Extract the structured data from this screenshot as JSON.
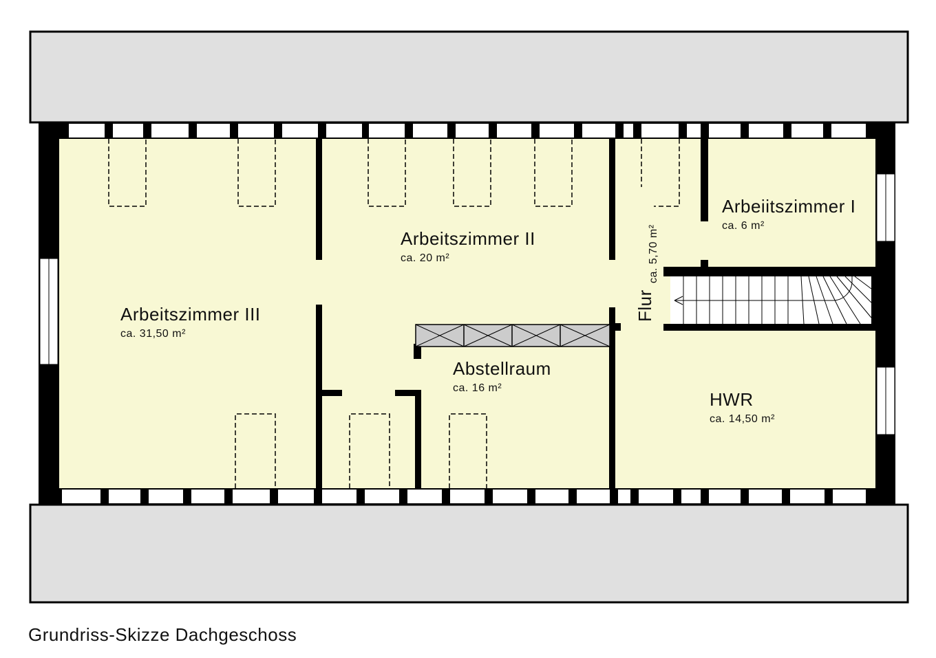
{
  "caption": "Grundriss-Skizze Dachgeschoss",
  "rooms": {
    "arbeitszimmer_3": {
      "name": "Arbeitszimmer III",
      "area": "ca. 31,50 m²"
    },
    "arbeitszimmer_2": {
      "name": "Arbeitszimmer II",
      "area": "ca. 20 m²"
    },
    "arbeitszimmer_1": {
      "name": "Arbeiitszimmer I",
      "area": "ca. 6 m²"
    },
    "flur": {
      "name": "Flur",
      "area": "ca. 5,70 m²"
    },
    "abstellraum": {
      "name": "Abstellraum",
      "area": "ca. 16 m²"
    },
    "hwr": {
      "name": "HWR",
      "area": "ca. 14,50 m²"
    }
  },
  "colors": {
    "floor": "#f8f8d4",
    "roof": "#e0e0e0",
    "wall": "#000000"
  }
}
